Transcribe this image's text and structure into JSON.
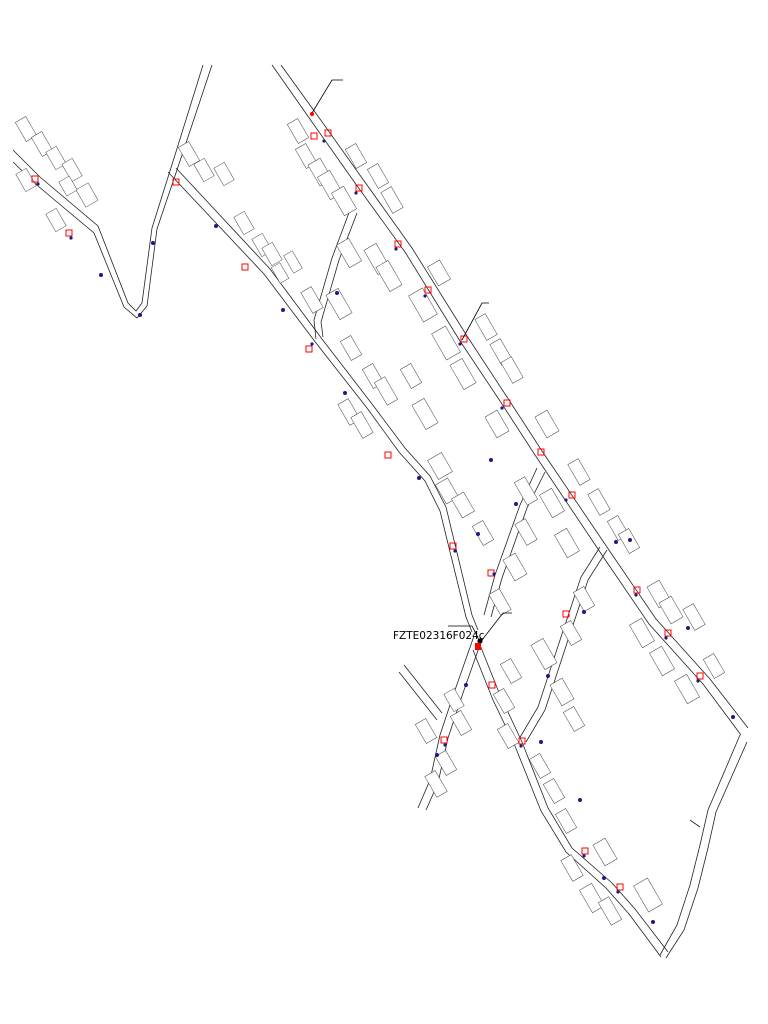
{
  "map": {
    "main_label": "FZTE02316F024c",
    "callouts": [
      {
        "id": "callout-top",
        "lines": [
          "",
          ""
        ]
      },
      {
        "id": "callout-right",
        "lines": [
          "",
          ""
        ]
      },
      {
        "id": "callout-mid",
        "lines": [
          "",
          ""
        ]
      },
      {
        "id": "callout-main",
        "lines": [
          "",
          "",
          "",
          ""
        ]
      }
    ],
    "colors": {
      "line": "#222222",
      "plot_stroke": "#444444",
      "pole_fill": "#1a1a8c",
      "transformer": "#ff0000",
      "background": "#ffffff"
    },
    "legend_symbols": [
      "pole-icon",
      "transformer-icon",
      "main-splitter-icon"
    ]
  }
}
